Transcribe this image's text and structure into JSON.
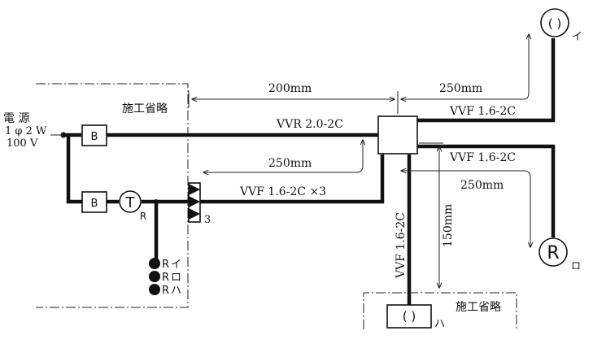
{
  "source": {
    "label": "電 源",
    "phase": "1 φ 2 W",
    "voltage": "100 V"
  },
  "omitted_labels": {
    "left": "施工省略",
    "bottom": "施工省略"
  },
  "devices": {
    "breaker1": "B",
    "breaker2": "B",
    "transformer": "T",
    "transformer_sub": "R",
    "switch_count": "3",
    "lamp_i": "( )",
    "lamp_i_tag": "イ",
    "lamp_ro": "R",
    "lamp_ro_tag": "ロ",
    "lamp_ha": "( )",
    "lamp_ha_tag": "ハ"
  },
  "relays": [
    {
      "r": "R",
      "tag": "イ"
    },
    {
      "r": "R",
      "tag": "ロ"
    },
    {
      "r": "R",
      "tag": "ハ"
    }
  ],
  "cables": {
    "main": "VVR 2.0-2C",
    "switch_run": "VVF 1.6-2C ×3",
    "to_i": "VVF 1.6-2C",
    "to_ro": "VVF 1.6-2C",
    "to_ha": "VVF 1.6-2C"
  },
  "dimensions": {
    "d200": "200mm",
    "d250_top": "250mm",
    "d250_switch": "250mm",
    "d250_right": "250mm",
    "d150": "150mm"
  }
}
